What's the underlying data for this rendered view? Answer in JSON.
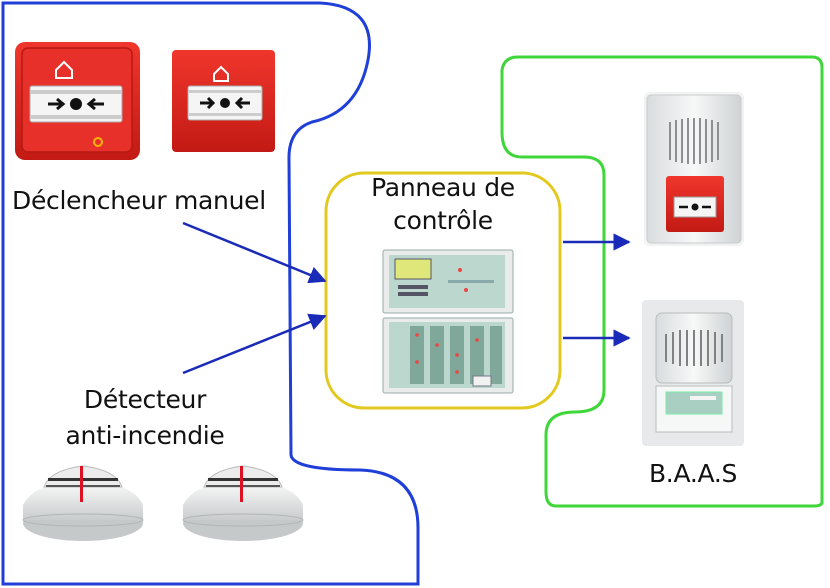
{
  "labels": {
    "manual": "Déclencheur manuel",
    "panel_line1": "Panneau de",
    "panel_line2": "contrôle",
    "detector_line1": "Détecteur",
    "detector_line2": "anti-incendie",
    "baas": "B.A.A.S"
  },
  "colors": {
    "input_zone": "#1f3fd8",
    "panel_zone": "#e2c91f",
    "output_zone": "#3fd63a",
    "arrow": "#1a2bb8",
    "device_red": "#e0261e",
    "device_white": "#eceeef",
    "panel_green": "#bcd7cd"
  },
  "icons": [
    "manual-call-point-icon",
    "smoke-detector-icon",
    "control-panel-icon",
    "baas-alarm-icon"
  ]
}
